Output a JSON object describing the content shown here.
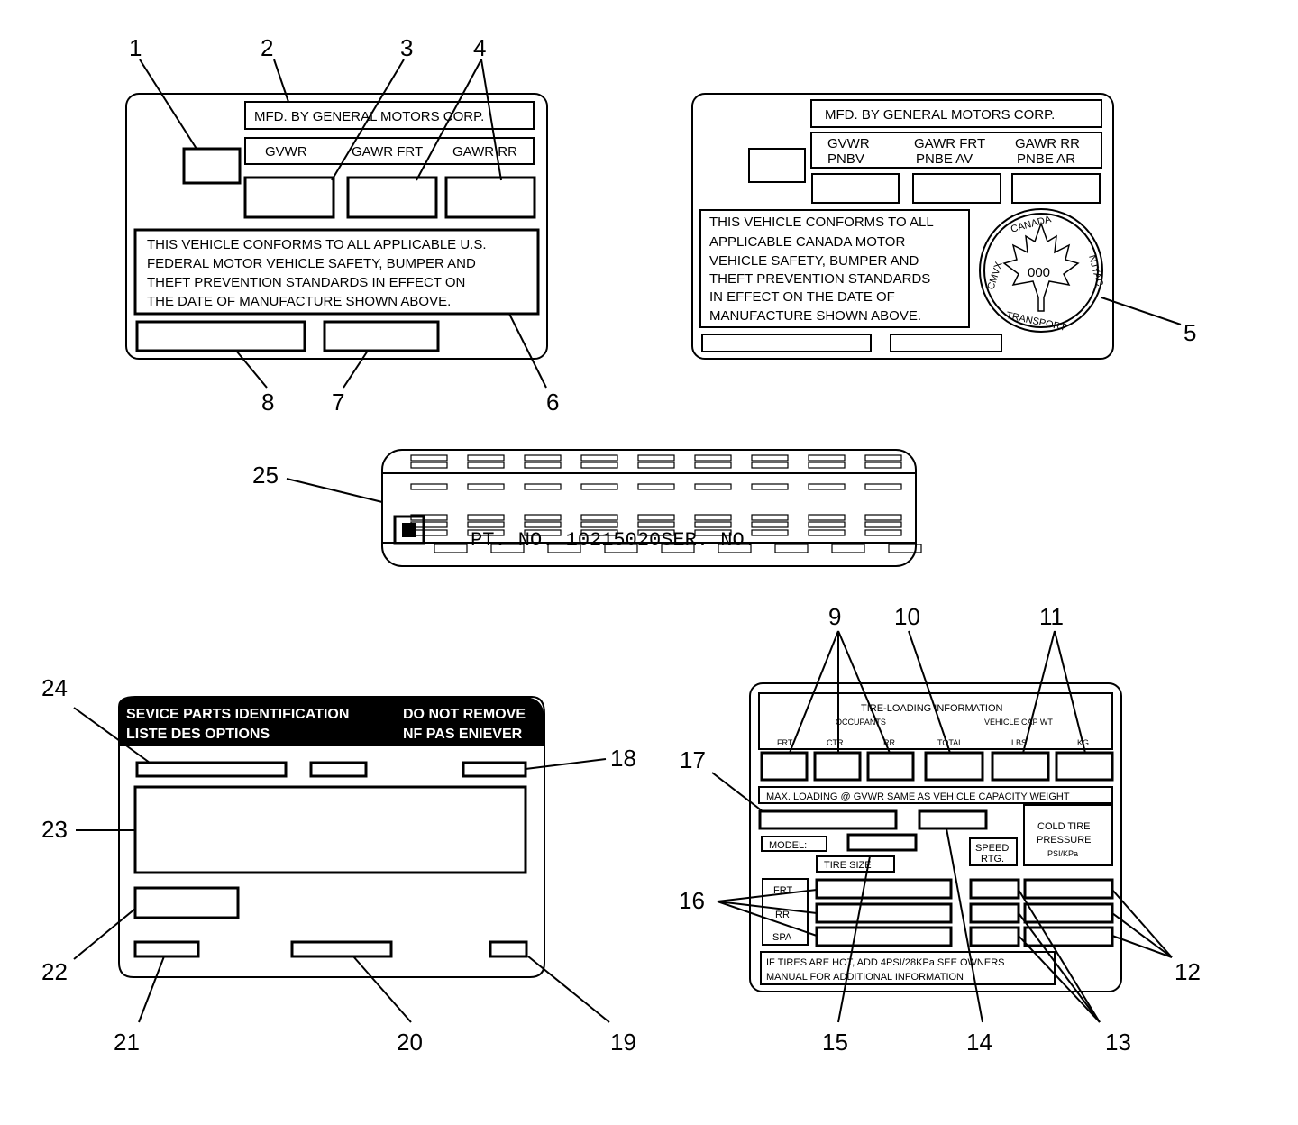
{
  "callouts": [
    "1",
    "2",
    "3",
    "4",
    "5",
    "6",
    "7",
    "8",
    "9",
    "10",
    "11",
    "12",
    "13",
    "14",
    "15",
    "16",
    "17",
    "18",
    "19",
    "20",
    "21",
    "22",
    "23",
    "24",
    "25"
  ],
  "us_label": {
    "mfd": "MFD. BY GENERAL MOTORS CORP.",
    "gvwr": "GVWR",
    "gawr_frt": "GAWR FRT",
    "gawr_rr": "GAWR RR",
    "conformity": [
      "THIS VEHICLE CONFORMS TO ALL APPLICABLE U.S.",
      "FEDERAL MOTOR VEHICLE SAFETY, BUMPER AND",
      "THEFT PREVENTION STANDARDS IN EFFECT ON",
      "THE DATE OF MANUFACTURE SHOWN ABOVE."
    ]
  },
  "canada_label": {
    "mfd": "MFD. BY GENERAL MOTORS CORP.",
    "gvwr": "GVWR",
    "pnbv": "PNBV",
    "gawr_frt": "GAWR FRT",
    "pnbe_av": "PNBE AV",
    "gawr_rr": "GAWR RR",
    "pnbe_ar": "PNBE AR",
    "conformity": [
      "THIS VEHICLE CONFORMS TO ALL",
      "APPLICABLE CANADA MOTOR",
      "VEHICLE SAFETY, BUMPER AND",
      "THEFT PREVENTION STANDARDS",
      "IN EFFECT ON THE DATE OF",
      "MANUFACTURE SHOWN ABOVE."
    ],
    "seal": {
      "top": "CANADA",
      "bottom": "TRANSPORT",
      "left": "CMVX",
      "right": "NJYAC",
      "number": "000"
    }
  },
  "part_label": {
    "text": "PT. NO. 10215020SER. NO."
  },
  "service_label": {
    "header_left_1": "SEVICE PARTS IDENTIFICATION",
    "header_left_2": "LISTE DES OPTIONS",
    "header_right_1": "DO NOT REMOVE",
    "header_right_2": "NF PAS ENIEVER"
  },
  "tire_label": {
    "title": "TIRE-LOADING INFORMATION",
    "occupants": "OCCUPANTS",
    "vehicle_cap_wt": "VEHICLE CAP WT",
    "frt": "FRT",
    "ctr": "CTR",
    "rr": "RR",
    "total": "TOTAL",
    "lbs": "LBS",
    "kg": "KG",
    "max_loading": "MAX. LOADING @ GVWR SAME AS VEHICLE CAPACITY WEIGHT",
    "model": "MODEL:",
    "tire_size": "TIRE SIZE",
    "speed": "SPEED",
    "rtg": "RTG.",
    "cold_1": "COLD TIRE",
    "cold_2": "PRESSURE",
    "cold_3": "PSI/KPa",
    "row_frt": "FRT",
    "row_rr": "RR",
    "row_spa": "SPA",
    "hot_1": "IF TIRES ARE HOT, ADD 4PSI/28KPa SEE OWNERS",
    "hot_2": "MANUAL FOR ADDITIONAL INFORMATION"
  }
}
